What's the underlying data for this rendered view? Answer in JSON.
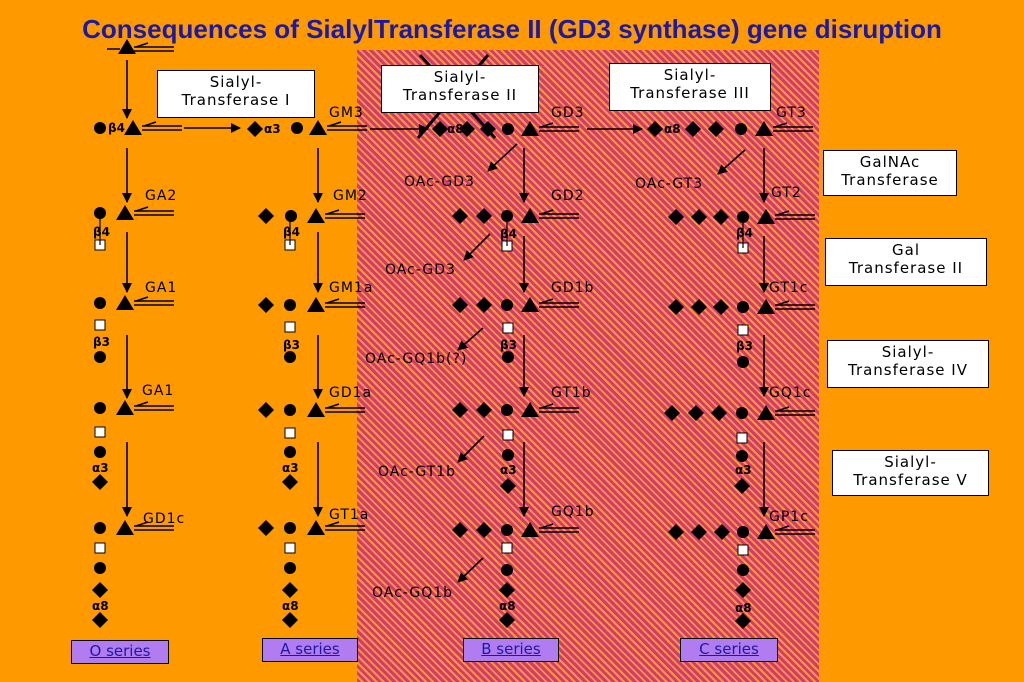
{
  "title": "Consequences of SialylTransferase II (GD3 synthase) gene disruption",
  "enzymes": {
    "st1": [
      "Sialyl-",
      "Transferase   I"
    ],
    "st2": [
      "Sialyl-",
      "Transferase   II"
    ],
    "st3": [
      "Sialyl-",
      "Transferase   III"
    ],
    "galnac": [
      "GalNAc",
      "Transferase"
    ],
    "gal2": [
      "Gal",
      "Transferase     II"
    ],
    "st4": [
      "Sialyl-",
      "Transferase   IV"
    ],
    "st5": [
      "Sialyl-",
      "Transferase   V"
    ]
  },
  "series": {
    "o": "O   series",
    "a": "A   series",
    "b": "B   series",
    "c": "C   series"
  },
  "gangliosides": {
    "gm3": "GM3",
    "gd3": "GD3",
    "gt3": "GT3",
    "ga2": "GA2",
    "gm2": "GM2",
    "gd2": "GD2",
    "gt2": "GT2",
    "ga1": "GA1",
    "gm1a": "GM1a",
    "gd1b": "GD1b",
    "gt1c": "GT1c",
    "ga1b": "GA1",
    "gd1a": "GD1a",
    "gt1b": "GT1b",
    "gq1c": "GQ1c",
    "gd1c": "GD1c",
    "gt1a": "GT1a",
    "gq1b": "GQ1b",
    "gp1c": "GP1c"
  },
  "oac": {
    "gd3a": "OAc-GD3",
    "gt3": "OAc-GT3",
    "gd3b": "OAc-GD3",
    "gq1b_q": "OAc-GQ1b(?)",
    "gt1b": "OAc-GT1b",
    "gq1b": "OAc-GQ1b"
  },
  "linkages": {
    "beta4": "β4",
    "beta3": "β3",
    "alpha3": "α3",
    "alpha8": "α8"
  },
  "colors": {
    "background": "#FF9900",
    "title": "#1a1aa6",
    "hatch_red": "#d23a74",
    "series_box": "#b07cf0"
  }
}
